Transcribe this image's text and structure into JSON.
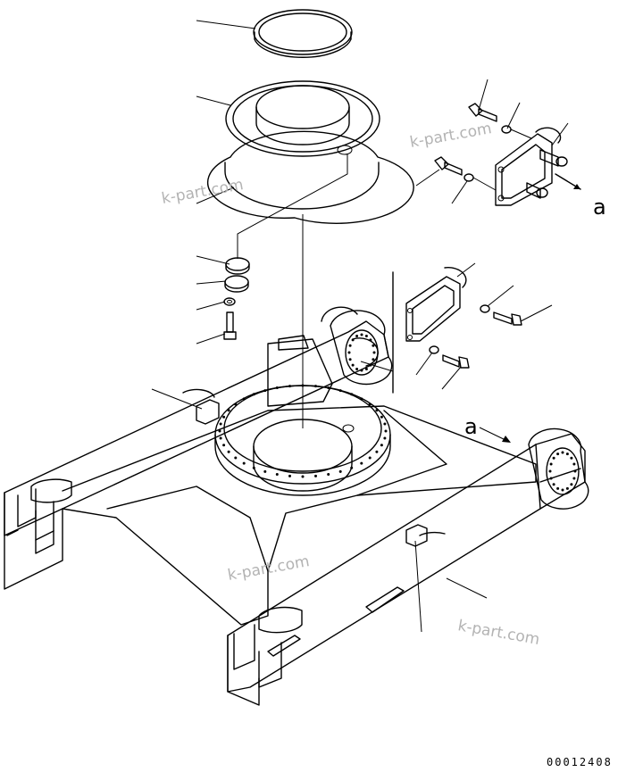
{
  "drawing": {
    "view_label_a_top": "a",
    "view_label_a_main": "a",
    "drawing_number": "00012408"
  },
  "watermarks": [
    "k-part.com",
    "k-part.com",
    "k-part.com",
    "k-part.com"
  ]
}
